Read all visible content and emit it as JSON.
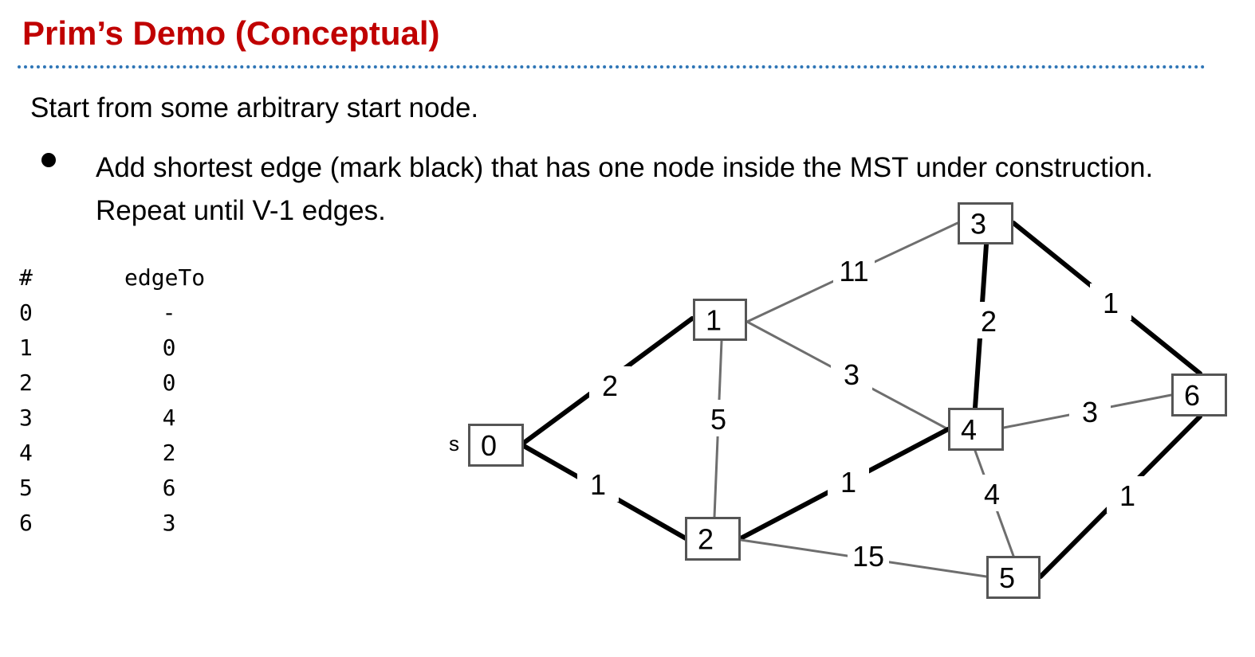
{
  "title": "Prim’s Demo (Conceptual)",
  "intro": "Start from some arbitrary start node.",
  "bullet": "Add shortest edge (mark black) that has one node inside the MST under construction. Repeat until V-1 edges.",
  "table": {
    "headers": [
      "#",
      "edgeTo"
    ],
    "rows": [
      {
        "v": "0",
        "edgeTo": "-"
      },
      {
        "v": "1",
        "edgeTo": "0"
      },
      {
        "v": "2",
        "edgeTo": "0"
      },
      {
        "v": "3",
        "edgeTo": "4"
      },
      {
        "v": "4",
        "edgeTo": "2"
      },
      {
        "v": "5",
        "edgeTo": "6"
      },
      {
        "v": "6",
        "edgeTo": "3"
      }
    ]
  },
  "graph": {
    "start_label": "s",
    "nodes": [
      {
        "id": "0",
        "label": "0"
      },
      {
        "id": "1",
        "label": "1"
      },
      {
        "id": "2",
        "label": "2"
      },
      {
        "id": "3",
        "label": "3"
      },
      {
        "id": "4",
        "label": "4"
      },
      {
        "id": "5",
        "label": "5"
      },
      {
        "id": "6",
        "label": "6"
      }
    ],
    "edges": [
      {
        "from": "0",
        "to": "1",
        "weight": "2",
        "in_mst": true
      },
      {
        "from": "0",
        "to": "2",
        "weight": "1",
        "in_mst": true
      },
      {
        "from": "1",
        "to": "2",
        "weight": "5",
        "in_mst": false
      },
      {
        "from": "1",
        "to": "3",
        "weight": "11",
        "in_mst": false
      },
      {
        "from": "1",
        "to": "4",
        "weight": "3",
        "in_mst": false
      },
      {
        "from": "2",
        "to": "4",
        "weight": "1",
        "in_mst": true
      },
      {
        "from": "2",
        "to": "5",
        "weight": "15",
        "in_mst": false
      },
      {
        "from": "3",
        "to": "4",
        "weight": "2",
        "in_mst": true
      },
      {
        "from": "3",
        "to": "6",
        "weight": "1",
        "in_mst": true
      },
      {
        "from": "4",
        "to": "6",
        "weight": "3",
        "in_mst": false
      },
      {
        "from": "4",
        "to": "5",
        "weight": "4",
        "in_mst": false
      },
      {
        "from": "5",
        "to": "6",
        "weight": "1",
        "in_mst": true
      }
    ],
    "colors": {
      "mst_edge": "#000000",
      "other_edge": "#6e6e6e",
      "node_border": "#555555"
    }
  }
}
